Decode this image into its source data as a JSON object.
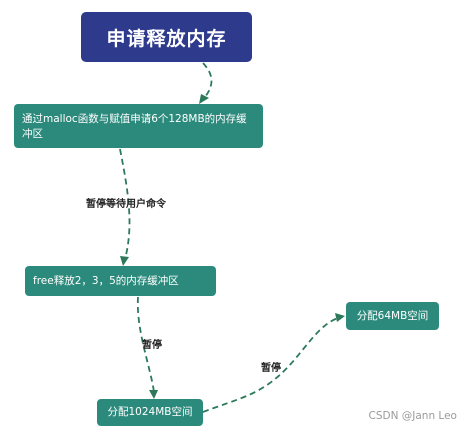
{
  "diagram": {
    "nodes": {
      "title": "申请释放内存",
      "malloc": "通过malloc函数与赋值申请6个128MB的内存缓冲区",
      "free": "free释放2，3，5的内存缓冲区",
      "alloc64": "分配64MB空间",
      "alloc1024": "分配1024MB空间"
    },
    "edge_labels": {
      "pause_wait": "暂停等待用户命令",
      "pause1": "暂停",
      "pause2": "暂停"
    },
    "colors": {
      "title_fill": "#2e3a8c",
      "step_fill": "#2c8a7c",
      "edge": "#2c7a5a"
    }
  },
  "watermark": "CSDN @Jann Leo"
}
